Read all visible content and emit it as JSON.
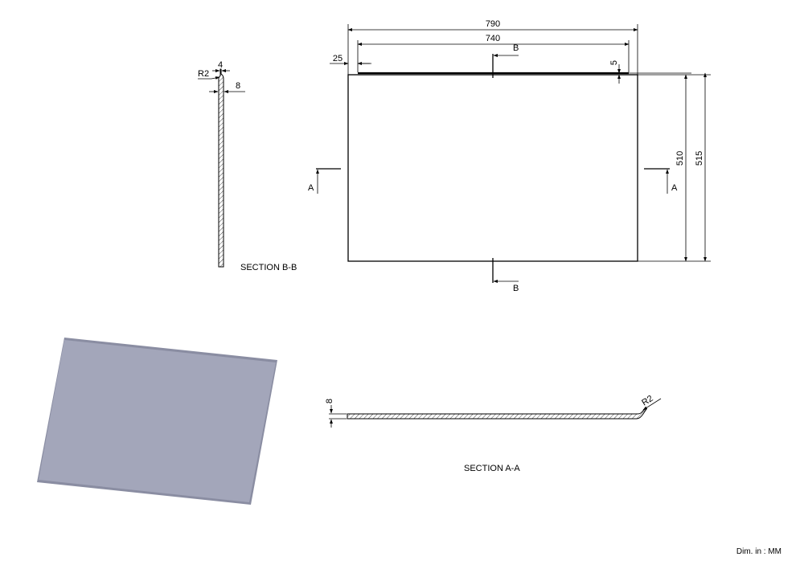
{
  "dimensions": {
    "overall_width": "790",
    "inner_width": "740",
    "left_offset": "25",
    "lip_height": "5",
    "inner_height": "510",
    "overall_height": "515",
    "bb_lip": "4",
    "bb_thickness": "8",
    "bb_radius": "R2",
    "aa_thickness": "8",
    "aa_radius": "R2"
  },
  "section_markers": {
    "a_left": "A",
    "a_right": "A",
    "b_top": "B",
    "b_bottom": "B"
  },
  "section_titles": {
    "bb": "SECTION B-B",
    "aa": "SECTION A-A"
  },
  "units_note": "Dim. in : MM",
  "colors": {
    "panel_fill": "#a3a6ba",
    "panel_edge": "#8a8da2",
    "line": "#000000",
    "hatch": "#444444"
  }
}
